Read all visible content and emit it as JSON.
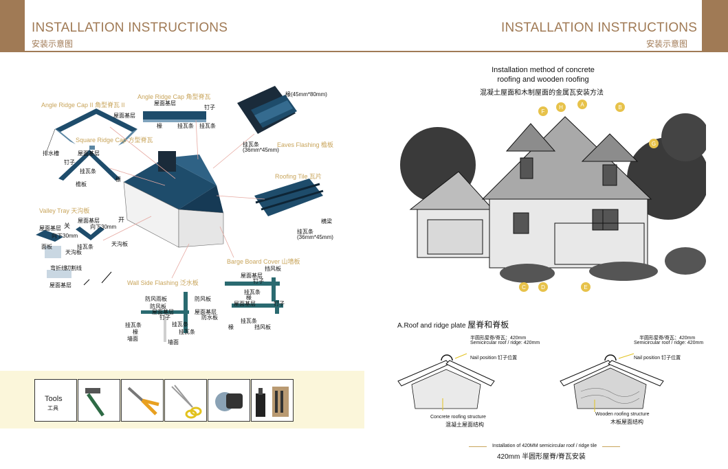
{
  "header": {
    "left_title": "INSTALLATION INSTRUCTIONS",
    "left_subtitle": "安装示意图",
    "right_title": "INSTALLATION INSTRUCTIONS",
    "right_subtitle": "安装示意图",
    "accent_color": "#a07a55"
  },
  "left_diagram": {
    "angle_ridge_cap_2": "Angle Ridge Cap II 角型脊瓦 II",
    "angle_ridge_cap": "Angle Ridge Cap 角型脊瓦",
    "square_ridge_cap": "Square Ridge Cap 方型脊瓦",
    "eaves_flashing": "Eaves Flashing 檐板",
    "roofing_tile": "Roofing Tile 瓦片",
    "valley_tray": "Valley Tray 天沟板",
    "barge_board_cover": "Barge Board Cover 山墙板",
    "wall_side_flashing": "Wall Side Flashing 泛水板",
    "labels": {
      "wumian_jiceng": "屋面基层",
      "paishuicao": "排水槽",
      "dingzi": "钉子",
      "guawatiao": "挂瓦条",
      "lin": "檩",
      "yanban": "檐板",
      "chuan": "椽",
      "chuan_size": "椽(45mm*80mm)",
      "guawatiao_size": "挂瓦条",
      "size_36_45": "(36mm*45mm)",
      "henglin": "横梁",
      "guan": "关",
      "kai": "开",
      "xiang_xia_30": "向下30mm",
      "tiangou_ban": "天沟板",
      "mianban": "面板",
      "wanzhe_xian": "弯折线",
      "qiege_xian": "切割线",
      "fangfeng_yuban": "防风雨板",
      "fangfeng_ban": "防风板",
      "fangshui_ban": "防水板",
      "qiangmian": "墙面",
      "dangfeng_ban": "挡风板"
    }
  },
  "tools": {
    "title": "Tools",
    "title_zh": "工具",
    "items": [
      "hammer-icon",
      "pliers-icon",
      "scissors-icon",
      "circular-saw-icon",
      "sealant-icon"
    ]
  },
  "right_diagram": {
    "title_line1": "Installation method of concrete",
    "title_line2": "roofing and wooden roofing",
    "title_zh": "混凝土屋面和木制屋面的金属瓦安装方法",
    "markers": [
      "F",
      "H",
      "A",
      "B",
      "G",
      "C",
      "D",
      "E"
    ],
    "section_a_en": "A.Roof and ridge plate",
    "section_a_zh": "屋脊和脊板",
    "left_detail": {
      "ridge_zh": "半圆形屋脊/脊瓦：420mm",
      "ridge_en": "Semicircular roof / ridge: 420mm",
      "nail": "Nail position 钉子位置",
      "structure_en": "Concrete roofing structure",
      "structure_zh": "混凝土屋面结构"
    },
    "right_detail": {
      "ridge_zh": "半圆形屋脊/脊瓦：420mm",
      "ridge_en": "Semicircular roof / ridge: 420mm",
      "nail": "Nail position 钉子位置",
      "structure_en": "Wooden roofing structure",
      "structure_zh": "木板屋面结构"
    },
    "footer_en": "Installation of 420MM semicircular roof / ridge tile",
    "footer_zh": "420mm 半圆形屋脊/脊瓦安装"
  }
}
